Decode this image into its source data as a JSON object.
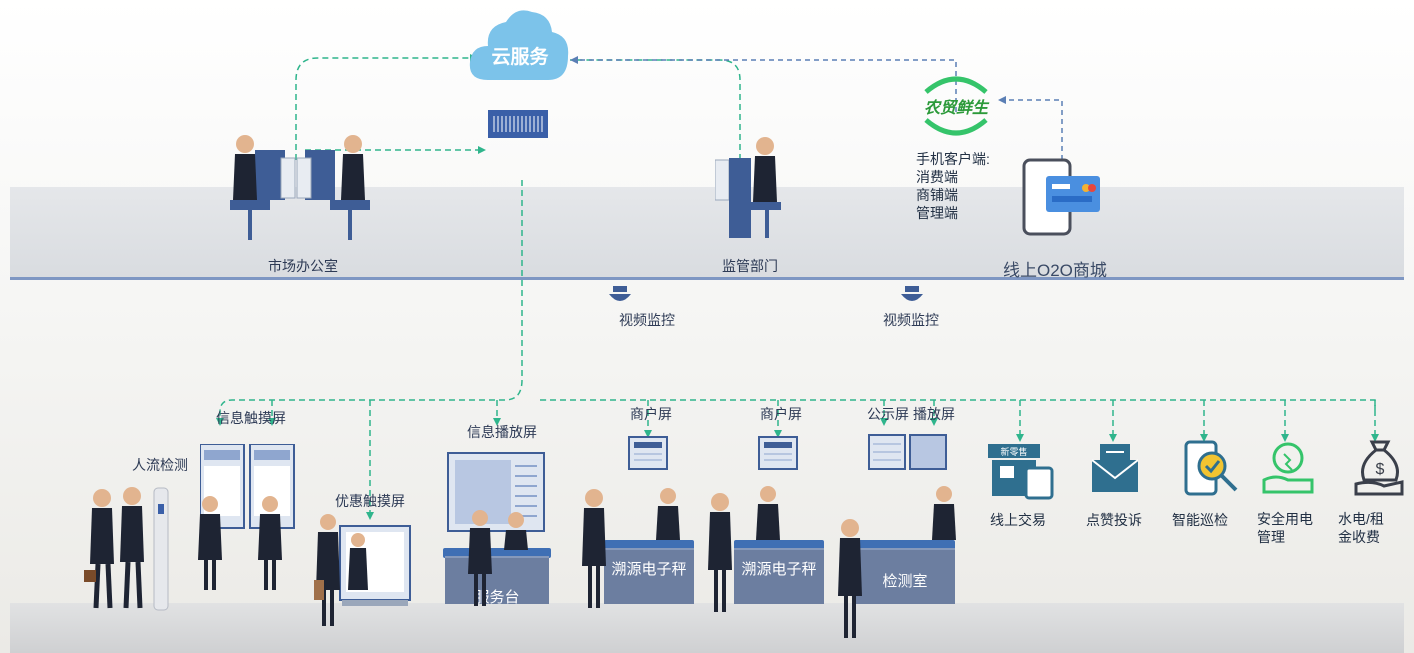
{
  "cloud": {
    "label": "云服务",
    "color": "#7cc3ea"
  },
  "brand": {
    "logo_text": "农贸鲜生",
    "color": "#2c9a3a"
  },
  "labels": {
    "market_office": "市场办公室",
    "supervision": "监管部门",
    "mobile_client": "手机客户端:\n消费端\n商铺端\n管理端",
    "online_mall": "线上O2O商城",
    "video_monitor_1": "视频监控",
    "video_monitor_2": "视频监控",
    "info_touch": "信息触摸屏",
    "people_flow": "人流检测",
    "promo_touch": "优惠触摸屏",
    "info_display": "信息播放屏",
    "service_desk": "服务台",
    "merchant_screen_1": "商户屏",
    "merchant_screen_2": "商户屏",
    "trace_scale_1": "溯源电子秤",
    "trace_scale_2": "溯源电子秤",
    "public_screen": "公示屏",
    "playback_screen": "播放屏",
    "test_room": "检测室",
    "online_trade": "线上交易",
    "likes_complaints": "点赞投诉",
    "smart_patrol": "智能巡检",
    "safe_power": "安全用电\n管理",
    "utility_rent": "水电/租\n金收费",
    "store_sign": "新零售"
  },
  "colors": {
    "dash_line": "#2fb58c",
    "dash_line_blue": "#5b7fb5",
    "band_edge": "#7f97c3",
    "icon_blue": "#2f6f8f",
    "icon_green": "#35c46a"
  }
}
